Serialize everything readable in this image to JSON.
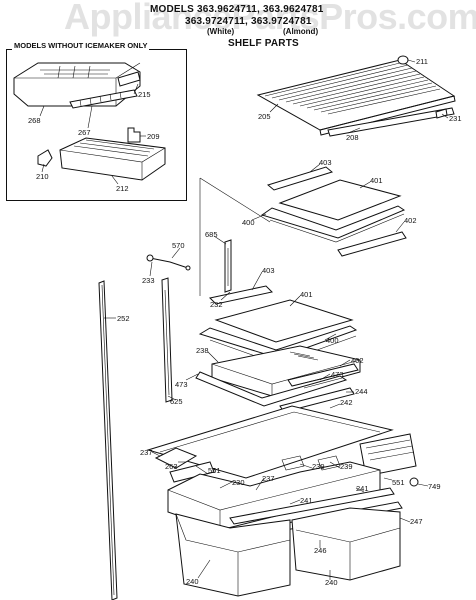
{
  "watermark": "AppliancePartsPros.com",
  "header": {
    "line1": "MODELS 363.9624711, 363.9624781",
    "line2": "363.9724711, 363.9724781",
    "line3_left": "(White)",
    "line3_right": "(Almond)",
    "line4": "SHELF PARTS"
  },
  "inset_title": "MODELS WITHOUT ICEMAKER ONLY",
  "parts": {
    "p211": "211",
    "p205": "205",
    "p208": "208",
    "p231": "231",
    "p215": "215",
    "p268": "268",
    "p267": "267",
    "p209": "209",
    "p210": "210",
    "p212": "212",
    "p403a": "403",
    "p401a": "401",
    "p400a": "400",
    "p402a": "402",
    "p685": "685",
    "p570": "570",
    "p233": "233",
    "p232a": "232",
    "p403b": "403",
    "p401b": "401",
    "p252": "252",
    "p400b": "400",
    "p238": "238",
    "p402b": "402",
    "p473a": "473",
    "p473b": "473",
    "p625": "625",
    "p244": "244",
    "p242": "242",
    "p237a": "237",
    "p263": "263",
    "p551a": "551",
    "p239a": "239",
    "p239b": "239",
    "p230": "230",
    "p237b": "237",
    "p241a": "241",
    "p241b": "241",
    "p551b": "551",
    "p749": "749",
    "p240a": "240",
    "p247": "247",
    "p246": "246",
    "p240b": "240"
  }
}
